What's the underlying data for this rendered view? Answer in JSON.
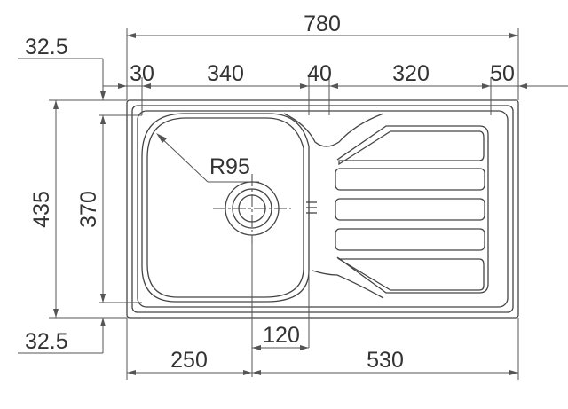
{
  "dimensions": {
    "overall_width": "780",
    "left_margin": "30",
    "bowl_width": "340",
    "divider_width": "40",
    "drainer_width": "320",
    "right_margin": "50",
    "top_offset": "32.5",
    "bottom_offset": "32.5",
    "overall_depth": "435",
    "bowl_depth": "370",
    "corner_radius": "R95",
    "drain_offset": "120",
    "drain_from_left": "250",
    "drain_to_right": "530"
  }
}
